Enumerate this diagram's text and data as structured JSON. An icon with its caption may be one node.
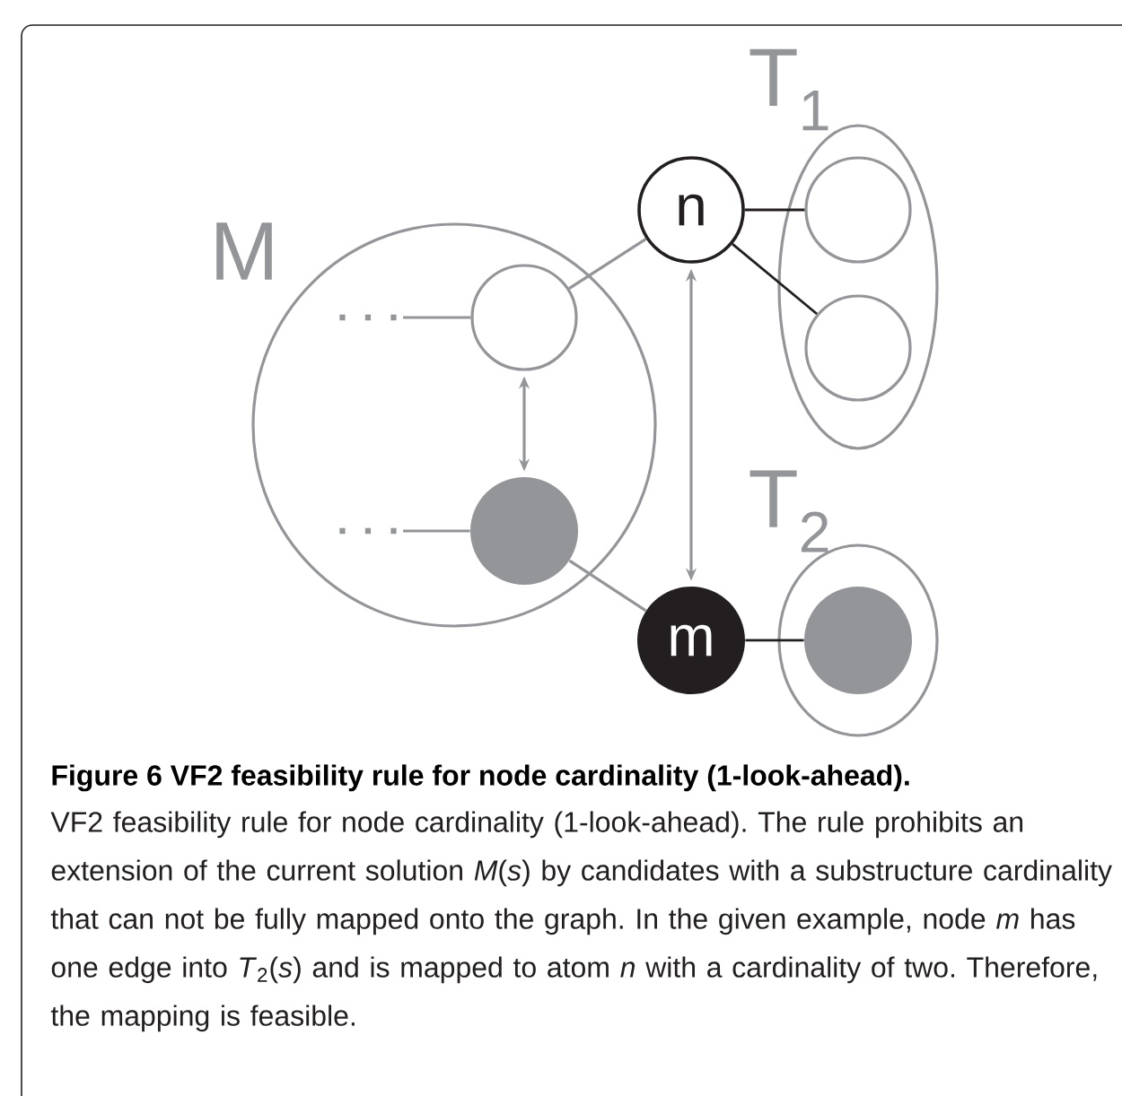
{
  "diagram": {
    "title": "Figure 6 VF2 feasibility rule for node cardinality (1-look-ahead).",
    "caption": "VF2 feasibility rule for node cardinality (1-look-ahead). The rule prohibits an extension of the current solution *M*(*s*) by candidates with a substructure cardinality that can not be fully mapped onto the graph. In the given example, node *m* has one edge into *T*$_{2}$(*s*) and is mapped to atom *n* with a cardinality of two. Therefore, the mapping is feasible.",
    "nodes": [
      {
        "text": [
          "M"
        ]
      },
      {
        "text": [
          ". . ."
        ],
        "in": 0
      },
      {
        "text": [],
        "shape": "circle",
        "in": 0
      },
      {
        "text": [
          ". . ."
        ],
        "in": 0
      },
      {
        "text": [],
        "shape": "circle",
        "in": 0
      },
      {
        "text": [
          "n"
        ]
      },
      {
        "text": [
          "T$_{1}$"
        ]
      },
      {
        "text": [],
        "shape": "circle",
        "in": 6
      },
      {
        "text": [],
        "shape": "circle",
        "in": 6
      },
      {
        "text": [
          "T$_{2}$"
        ]
      },
      {
        "text": [
          "m"
        ]
      },
      {
        "text": [],
        "shape": "circle",
        "in": 9
      }
    ],
    "edges": [
      {
        "from": 1,
        "to": 2,
        "arrow": "none"
      },
      {
        "from": 3,
        "to": 4,
        "arrow": "none"
      },
      {
        "from": 2,
        "to": 5,
        "arrow": "none"
      },
      {
        "from": 2,
        "to": 4,
        "arrow": "both"
      },
      {
        "from": 5,
        "to": 10,
        "arrow": "both"
      },
      {
        "from": 4,
        "to": 10,
        "arrow": "none"
      },
      {
        "from": 5,
        "to": 7,
        "arrow": "none",
        "color": "#231f20"
      },
      {
        "from": 5,
        "to": 8,
        "arrow": "none",
        "color": "#231f20"
      },
      {
        "from": 10,
        "to": 11,
        "arrow": "none",
        "color": "#231f20"
      }
    ]
  }
}
